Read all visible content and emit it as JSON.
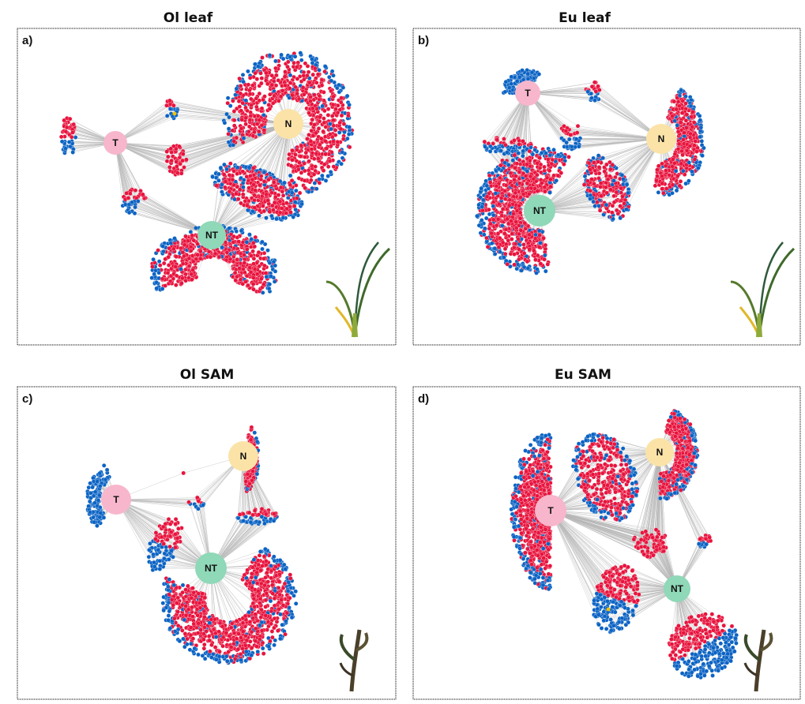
{
  "colors": {
    "red": "#e8133d",
    "blue": "#0b63c4",
    "yellow": "#f2c200",
    "edge": "#9a9a9a"
  },
  "panels": [
    {
      "title": "Ol leaf",
      "tag": "a)",
      "plant": "leaf-plant",
      "hubs": [
        {
          "id": "T",
          "label": "T",
          "color": "#f7b6cc"
        },
        {
          "id": "N",
          "label": "N",
          "color": "#fbe3a8"
        },
        {
          "id": "NT",
          "label": "NT",
          "color": "#8fd8b8"
        }
      ]
    },
    {
      "title": "Eu leaf",
      "tag": "b)",
      "plant": "leaf-plant",
      "hubs": [
        {
          "id": "T",
          "label": "T",
          "color": "#f7b6cc"
        },
        {
          "id": "N",
          "label": "N",
          "color": "#fbe3a8"
        },
        {
          "id": "NT",
          "label": "NT",
          "color": "#8fd8b8"
        }
      ]
    },
    {
      "title": "Ol SAM",
      "tag": "c)",
      "plant": "sam-plant",
      "hubs": [
        {
          "id": "T",
          "label": "T",
          "color": "#f7b6cc"
        },
        {
          "id": "N",
          "label": "N",
          "color": "#fbe3a8"
        },
        {
          "id": "NT",
          "label": "NT",
          "color": "#8fd8b8"
        }
      ]
    },
    {
      "title": "Eu SAM",
      "tag": "d)",
      "plant": "sam-plant",
      "hubs": [
        {
          "id": "T",
          "label": "T",
          "color": "#f7b6cc"
        },
        {
          "id": "N",
          "label": "N",
          "color": "#fbe3a8"
        },
        {
          "id": "NT",
          "label": "NT",
          "color": "#8fd8b8"
        }
      ]
    }
  ]
}
